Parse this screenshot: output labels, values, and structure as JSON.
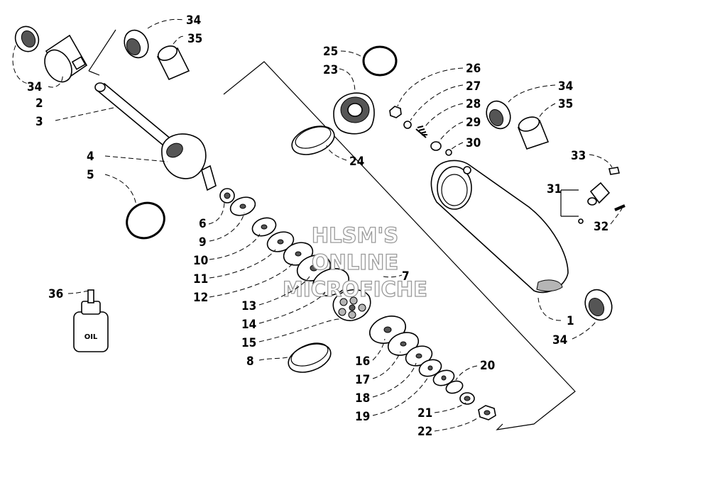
{
  "diagram": {
    "callouts": [
      "1",
      "2",
      "3",
      "4",
      "5",
      "6",
      "7",
      "8",
      "9",
      "10",
      "11",
      "12",
      "13",
      "14",
      "15",
      "16",
      "17",
      "18",
      "19",
      "20",
      "21",
      "22",
      "23",
      "24",
      "25",
      "26",
      "27",
      "28",
      "29",
      "30",
      "31",
      "32",
      "33",
      "34",
      "35",
      "36"
    ],
    "oil_label": "OIL",
    "watermark": [
      "HLSM'S",
      "ONLINE",
      "MICROFICHE"
    ]
  }
}
